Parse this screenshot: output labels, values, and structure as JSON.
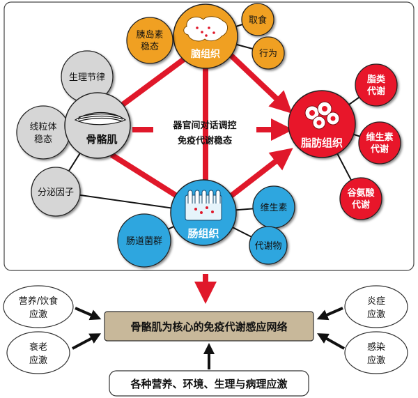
{
  "center": {
    "line1": "器官间对话调控",
    "line2": "免疫代谢稳态"
  },
  "brain": {
    "label": "脑组织",
    "satellites": [
      {
        "line1": "胰岛素",
        "line2": "稳态"
      },
      {
        "line1": "取食",
        "line2": ""
      },
      {
        "line1": "行为",
        "line2": ""
      }
    ]
  },
  "muscle": {
    "label": "骨骼肌",
    "satellites": [
      {
        "line1": "生理节律",
        "line2": ""
      },
      {
        "line1": "线粒体",
        "line2": "稳态"
      },
      {
        "line1": "分泌因子",
        "line2": ""
      }
    ]
  },
  "fat": {
    "label": "脂肪组织",
    "satellites": [
      {
        "line1": "脂类",
        "line2": "代谢"
      },
      {
        "line1": "维生素",
        "line2": "代谢"
      },
      {
        "line1": "谷氨酸",
        "line2": "代谢"
      }
    ]
  },
  "gut": {
    "label": "肠组织",
    "satellites": [
      {
        "line1": "维生素",
        "line2": ""
      },
      {
        "line1": "代谢物",
        "line2": ""
      },
      {
        "line1": "肠道菌群",
        "line2": ""
      }
    ]
  },
  "bottom": {
    "network": "骨骼肌为核心的免疫代谢感应网络",
    "stress_all": "各种营养、环境、生理与病理应激",
    "left_top": {
      "line1": "营养/饮食",
      "line2": "应激"
    },
    "left_bottom": {
      "line1": "衰老",
      "line2": "应激"
    },
    "right_top": {
      "line1": "炎症",
      "line2": "应激"
    },
    "right_bottom": {
      "line1": "感染",
      "line2": "应激"
    }
  },
  "colors": {
    "brain": "#f0a020",
    "muscle": "#d6d6d6",
    "fat": "#e8182a",
    "gut": "#2fa6df",
    "arrow": "#e0182a",
    "network_box": "#c8b89a"
  }
}
